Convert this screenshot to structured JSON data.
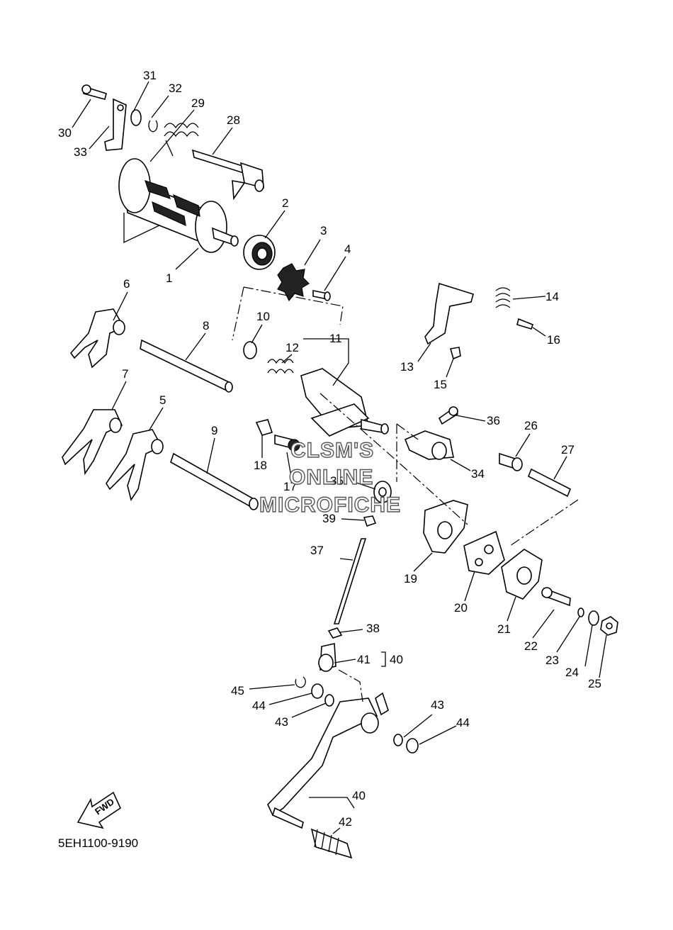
{
  "diagram_code": "5EH1100-9190",
  "watermark": [
    "CLSM'S",
    "ONLINE",
    "MICROFICHE"
  ],
  "fwd_label": "FWD",
  "callouts": {
    "c1": "1",
    "c2": "2",
    "c3": "3",
    "c4": "4",
    "c5": "5",
    "c6": "6",
    "c7": "7",
    "c8": "8",
    "c9": "9",
    "c10": "10",
    "c11": "11",
    "c12": "12",
    "c13": "13",
    "c14": "14",
    "c15": "15",
    "c16": "16",
    "c17": "17",
    "c18": "18",
    "c19": "19",
    "c20": "20",
    "c21": "21",
    "c22": "22",
    "c23": "23",
    "c24": "24",
    "c25": "25",
    "c26": "26",
    "c27": "27",
    "c28": "28",
    "c29": "29",
    "c30": "30",
    "c31": "31",
    "c32": "32",
    "c33": "33",
    "c34": "34",
    "c35": "35",
    "c36": "36",
    "c37": "37",
    "c38": "38",
    "c39": "39",
    "c40a": "40",
    "c40b": "40",
    "c41": "41",
    "c42": "42",
    "c43a": "43",
    "c43b": "43",
    "c44a": "44",
    "c44b": "44",
    "c45": "45"
  }
}
